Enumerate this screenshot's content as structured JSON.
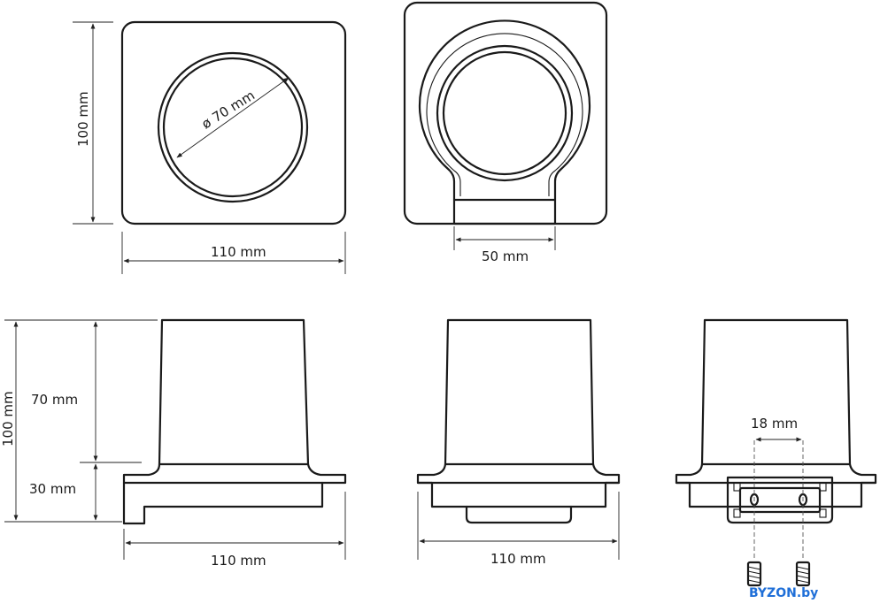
{
  "dimensions": {
    "top_height": "100 mm",
    "top_width": "110 mm",
    "ring_diameter": "ø 70 mm",
    "bracket_width": "50 mm",
    "side_total_height": "100 mm",
    "side_upper_height": "70 mm",
    "side_base_height": "30 mm",
    "side_width": "110 mm",
    "front_width": "110 mm",
    "screw_spacing": "18 mm"
  },
  "watermark": "BYZON.by",
  "colors": {
    "line": "#1a1a1a",
    "watermark": "#1f6fd8"
  }
}
